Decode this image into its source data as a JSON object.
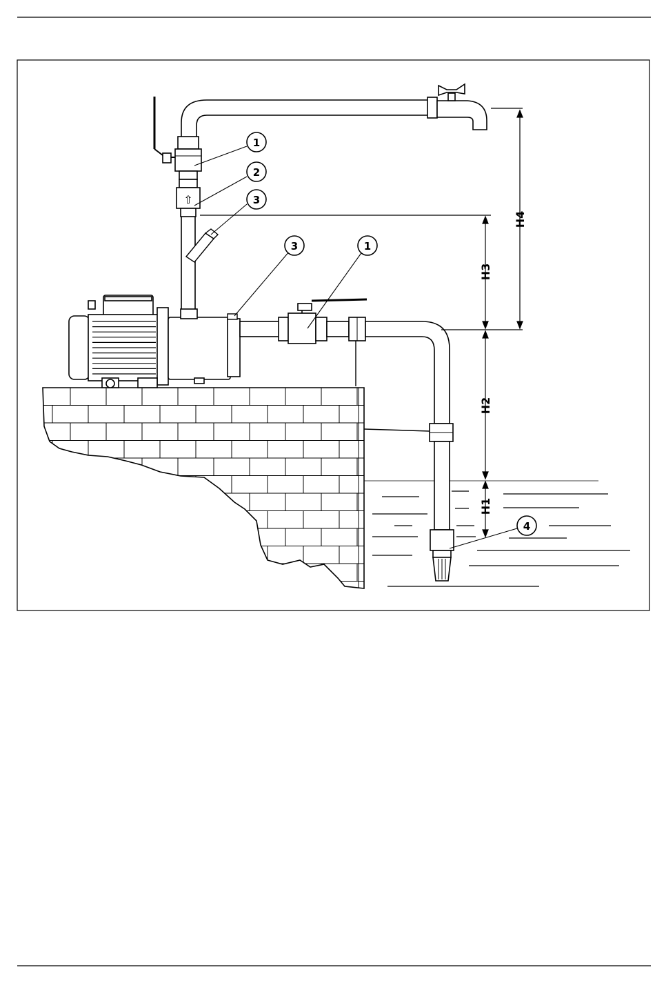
{
  "callouts": {
    "ball_valve_upper": "1",
    "check_valve": "2",
    "priming_plug_upper": "3",
    "priming_plug_pump": "3",
    "ball_valve_lower": "1",
    "foot_valve": "4"
  },
  "dimensions": {
    "h1": "H1",
    "h2": "H2",
    "h3": "H3",
    "h4": "H4"
  },
  "symbols": {
    "flow_arrow": "⇧"
  },
  "colors": {
    "ink": "#000000",
    "paper": "#ffffff",
    "metal_fill": "#f4f4f4",
    "shadow_fill": "#d8d8d8"
  },
  "icons": {
    "tap": "tap-icon",
    "pump_motor": "pump-motor-icon",
    "foot_valve": "foot-valve-icon"
  }
}
